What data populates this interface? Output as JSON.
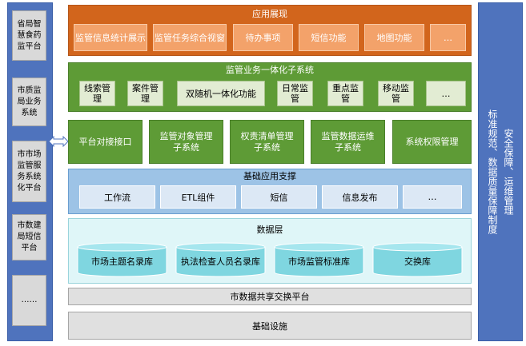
{
  "left_column": {
    "items": [
      "省局智慧食药监平台",
      "市质监局业务系统",
      "市市场监管服务系统化平台",
      "市数建局短信平台",
      "……"
    ]
  },
  "right_column": {
    "col1": "标准规范、数据质量保障制度",
    "col2": "安全保障、运维管理"
  },
  "application": {
    "title": "应用展现",
    "items": [
      "监管信息统计展示",
      "监管任务综合视窗",
      "待办事项",
      "短信功能",
      "地图功能",
      "…"
    ]
  },
  "supervision": {
    "title": "监管业务一体化子系统",
    "items": [
      "线索管理",
      "案件管理",
      "双随机一体化功能",
      "日常监管",
      "重点监管",
      "移动监管",
      "…"
    ]
  },
  "green_boxes": [
    "平台对接接口",
    "监管对象管理子系统",
    "权责清单管理子系统",
    "监管数据运维子系统",
    "系统权限管理"
  ],
  "base_support": {
    "title": "基础应用支撑",
    "items": [
      "工作流",
      "ETL组件",
      "短信",
      "信息发布",
      "…"
    ]
  },
  "data_layer": {
    "title": "数据层",
    "items": [
      "市场主题名录库",
      "执法检查人员名录库",
      "市场监管标准库",
      "交换库"
    ]
  },
  "exchange_platform": "市数据共享交换平台",
  "infrastructure": "基础设施",
  "colors": {
    "app_orange": "#d2651c",
    "green": "#5e9b36",
    "blue_side": "#4f73bd",
    "base_blue": "#9dc3e6",
    "data_cyan": "#dff6f8"
  }
}
